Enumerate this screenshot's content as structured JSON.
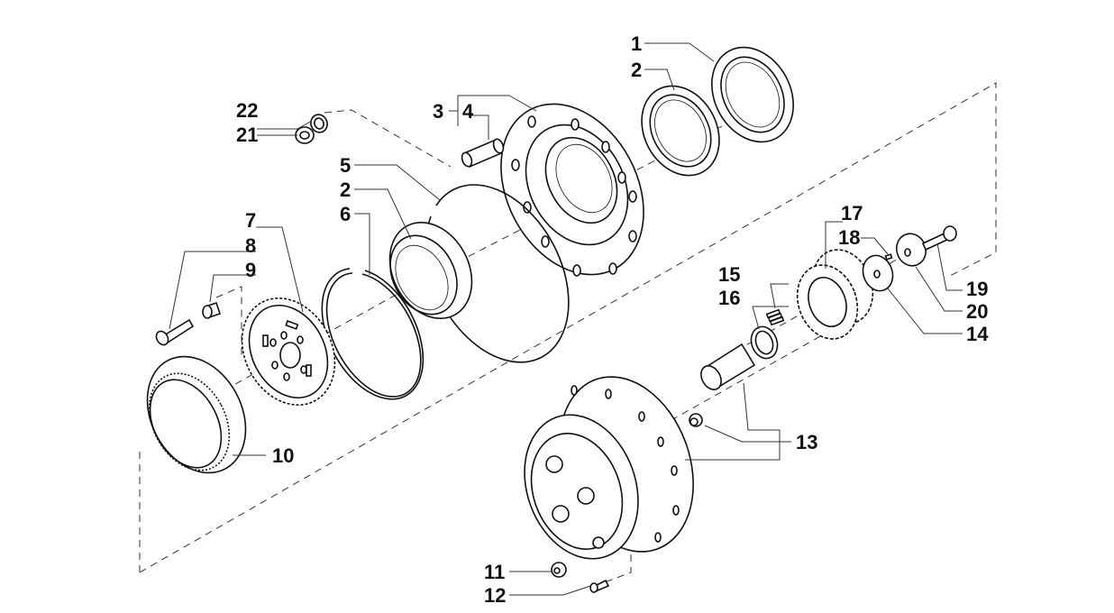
{
  "diagram": {
    "title": "Planetary hub assembly – exploded view",
    "callouts": [
      {
        "id": "c1",
        "label": "1",
        "part": "seal"
      },
      {
        "id": "c2a",
        "label": "2",
        "part": "bearing-outer"
      },
      {
        "id": "c3",
        "label": "3",
        "part": "hub"
      },
      {
        "id": "c4",
        "label": "4",
        "part": "wheel-stud"
      },
      {
        "id": "c5",
        "label": "5",
        "part": "snap-ring-large"
      },
      {
        "id": "c2b",
        "label": "2",
        "part": "bearing-inner"
      },
      {
        "id": "c6",
        "label": "6",
        "part": "snap-ring"
      },
      {
        "id": "c7",
        "label": "7",
        "part": "ring-gear-carrier"
      },
      {
        "id": "c8",
        "label": "8",
        "part": "screw"
      },
      {
        "id": "c9",
        "label": "9",
        "part": "bushing"
      },
      {
        "id": "c10",
        "label": "10",
        "part": "ring-gear"
      },
      {
        "id": "c11",
        "label": "11",
        "part": "plug"
      },
      {
        "id": "c12",
        "label": "12",
        "part": "screw-small"
      },
      {
        "id": "c13",
        "label": "13",
        "part": "planet-carrier-pin-plug"
      },
      {
        "id": "c14",
        "label": "14",
        "part": "thrust-washer"
      },
      {
        "id": "c15",
        "label": "15",
        "part": "needle-rollers"
      },
      {
        "id": "c16",
        "label": "16",
        "part": "spacer-ring"
      },
      {
        "id": "c17",
        "label": "17",
        "part": "planet-gear"
      },
      {
        "id": "c18",
        "label": "18",
        "part": "pin"
      },
      {
        "id": "c19",
        "label": "19",
        "part": "bolt"
      },
      {
        "id": "c20",
        "label": "20",
        "part": "washer"
      },
      {
        "id": "c21",
        "label": "21",
        "part": "nut"
      },
      {
        "id": "c22",
        "label": "22",
        "part": "washer-small"
      }
    ]
  }
}
